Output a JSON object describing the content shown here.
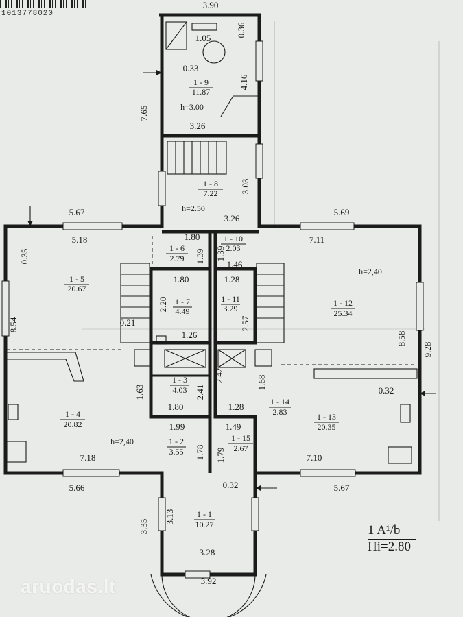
{
  "serial": "1013778020",
  "brand": {
    "name": "aruodas",
    "tld": ".lt"
  },
  "legend": {
    "floor": "1 A¹/b",
    "height": "Hi=2.80"
  },
  "rooms": [
    {
      "id": "1 - 1",
      "area": "10.27"
    },
    {
      "id": "1 - 2",
      "area": "3.55"
    },
    {
      "id": "1 - 3",
      "area": "4.03"
    },
    {
      "id": "1 - 4",
      "area": "20.82"
    },
    {
      "id": "1 - 5",
      "area": "20.67"
    },
    {
      "id": "1 - 6",
      "area": "2.79"
    },
    {
      "id": "1 - 7",
      "area": "4.49"
    },
    {
      "id": "1 - 8",
      "area": "7.22"
    },
    {
      "id": "1 - 9",
      "area": "11.87"
    },
    {
      "id": "1 - 10",
      "area": "2.03"
    },
    {
      "id": "1 - 11",
      "area": "3.29"
    },
    {
      "id": "1 - 12",
      "area": "25.34"
    },
    {
      "id": "1 - 13",
      "area": "20.35"
    },
    {
      "id": "1 - 14",
      "area": "2.83"
    },
    {
      "id": "1 - 15",
      "area": "2.67"
    }
  ],
  "heights": [
    "h=3.00",
    "h=2.50",
    "h=2,40",
    "h=2,40"
  ],
  "dims": [
    "3.90",
    "1.05",
    "0.36",
    "0.33",
    "4.16",
    "7.65",
    "3.26",
    "3.03",
    "3.26",
    "5.67",
    "5.18",
    "0.35",
    "8.54",
    "0.21",
    "1.80",
    "1.39",
    "1.80",
    "2.20",
    "1.26",
    "1.39",
    "1.46",
    "1.28",
    "2.57",
    "5.69",
    "7.11",
    "8.58",
    "9.28",
    "2.42",
    "1.68",
    "0.32",
    "1.63",
    "1.80",
    "2.41",
    "1.28",
    "1.99",
    "1.78",
    "1.49",
    "1.79",
    "7.18",
    "7.10",
    "5.66",
    "0.32",
    "5.67",
    "3.35",
    "3.13",
    "3.28",
    "3.92"
  ]
}
